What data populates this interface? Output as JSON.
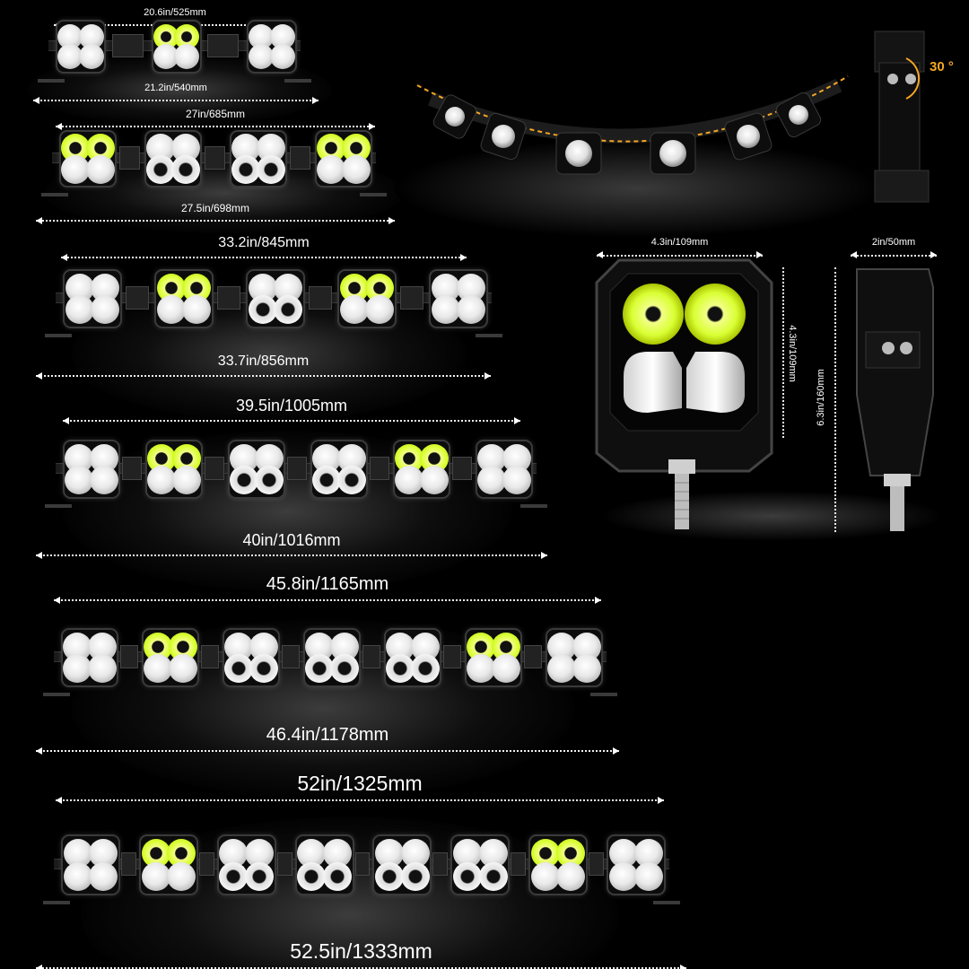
{
  "bars": [
    {
      "id": "bar-5-cube",
      "top_label": "20.6in/525mm",
      "bottom_label": "21.2in/540mm",
      "modules": [
        [
          "w",
          "y",
          "w"
        ]
      ]
    },
    {
      "id": "bar-4-cube",
      "top_label": "27in/685mm",
      "bottom_label": "27.5in/698mm",
      "modules": [
        [
          "y",
          "s",
          "s",
          "y"
        ]
      ]
    },
    {
      "id": "bar-5-cube-b",
      "top_label": "33.2in/845mm",
      "bottom_label": "33.7in/856mm",
      "modules": [
        [
          "w",
          "y",
          "s",
          "y",
          "w"
        ]
      ]
    },
    {
      "id": "bar-6-cube",
      "top_label": "39.5in/1005mm",
      "bottom_label": "40in/1016mm",
      "modules": [
        [
          "w",
          "y",
          "s",
          "s",
          "y",
          "w"
        ]
      ]
    },
    {
      "id": "bar-7-cube",
      "top_label": "45.8in/1165mm",
      "bottom_label": "46.4in/1178mm",
      "modules": [
        [
          "w",
          "y",
          "s",
          "s",
          "s",
          "y",
          "w"
        ]
      ]
    },
    {
      "id": "bar-8-cube",
      "top_label": "52in/1325mm",
      "bottom_label": "52.5in/1333mm",
      "modules": [
        [
          "w",
          "y",
          "s",
          "s",
          "s",
          "s",
          "y",
          "w"
        ]
      ]
    }
  ],
  "curved_bar": {
    "angle_label": "30 °"
  },
  "pod": {
    "width_label": "4.3in/109mm",
    "height_label": "4.3in/109mm",
    "total_height_label": "6.3in/160mm",
    "depth_label": "2in/50mm"
  },
  "colors": {
    "background": "#000000",
    "lens_white": "#f2f2f2",
    "lens_yellow": "#d9ff33",
    "accent_orange": "#f5a623"
  }
}
